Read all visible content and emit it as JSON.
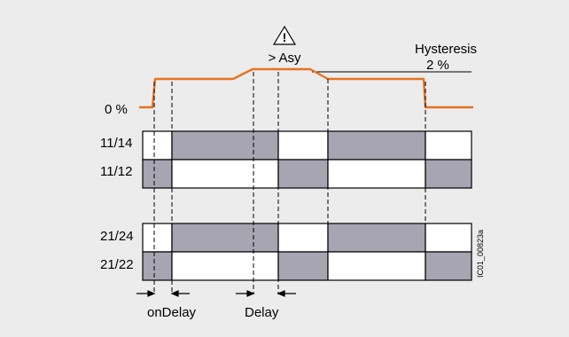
{
  "labels": {
    "warning_symbol": "!",
    "threshold": "> Asy",
    "hysteresis_title": "Hysteresis",
    "hysteresis_value": "2 %",
    "zero_level": "0 %",
    "on_delay": "onDelay",
    "delay": "Delay",
    "figure_id": "IC01_00823a"
  },
  "relays": [
    {
      "group": 1,
      "contact": "11/14",
      "states": [
        "open",
        "closed",
        "open",
        "closed",
        "open"
      ]
    },
    {
      "group": 1,
      "contact": "11/12",
      "states": [
        "closed",
        "open",
        "closed",
        "open",
        "closed"
      ]
    },
    {
      "group": 2,
      "contact": "21/24",
      "states": [
        "open",
        "closed",
        "open",
        "closed",
        "open"
      ]
    },
    {
      "group": 2,
      "contact": "21/22",
      "states": [
        "closed",
        "open",
        "closed",
        "open",
        "closed"
      ]
    }
  ],
  "colors": {
    "background": "#ececec",
    "signal": "#e8731f",
    "contact_closed": "#a6a5b1",
    "contact_open": "#ffffff",
    "outline": "#000000"
  }
}
